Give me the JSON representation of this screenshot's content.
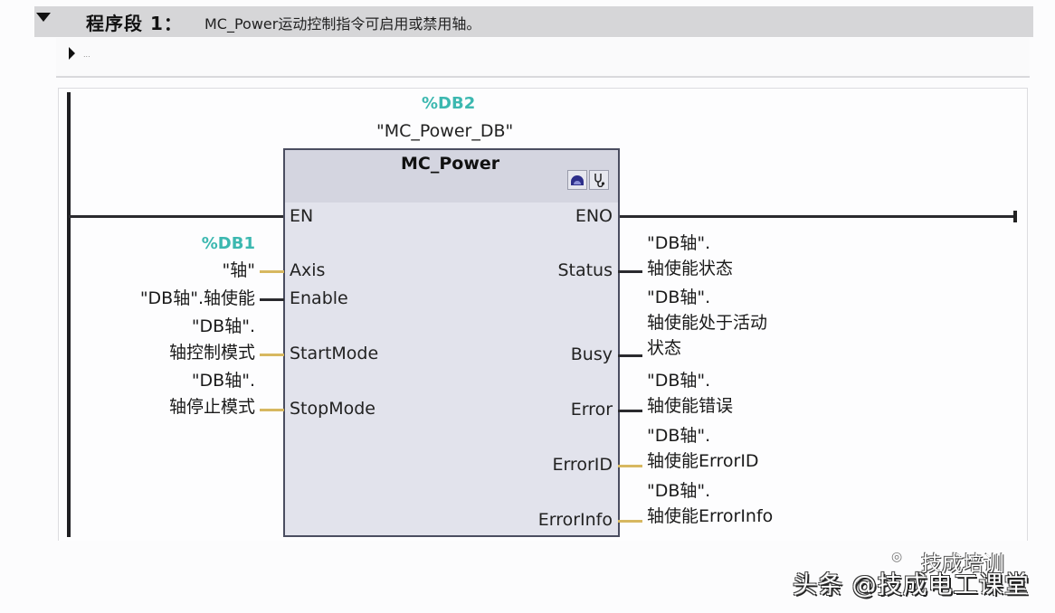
{
  "network": {
    "title": "程序段 1：",
    "comment": "MC_Power运动控制指令可启用或禁用轴。",
    "sub_comment": "...",
    "toggle_icon": "collapse-triangle-icon",
    "comment_toggle_icon": "expand-triangle-icon"
  },
  "instance": {
    "address": "%DB2",
    "name": "\"MC_Power_DB\""
  },
  "block": {
    "type": "MC_Power",
    "icons": [
      "block-status-icon",
      "diagnostics-stethoscope-icon"
    ]
  },
  "inputs": [
    {
      "pin": "EN"
    },
    {
      "pin": "Axis",
      "db_tag": "%DB1",
      "operand": "\"轴\""
    },
    {
      "pin": "Enable",
      "operand": "\"DB轴\".轴使能"
    },
    {
      "pin": "StartMode",
      "operand_line1": "\"DB轴\".",
      "operand_line2": "轴控制模式"
    },
    {
      "pin": "StopMode",
      "operand_line1": "\"DB轴\".",
      "operand_line2": "轴停止模式"
    }
  ],
  "outputs": [
    {
      "pin": "ENO"
    },
    {
      "pin": "Status",
      "operand_line1": "\"DB轴\".",
      "operand_line2": "轴使能状态"
    },
    {
      "pin": "Busy",
      "operand_line1": "\"DB轴\".",
      "operand_line2": "轴使能处于活动",
      "operand_line3": "状态"
    },
    {
      "pin": "Error",
      "operand_line1": "\"DB轴\".",
      "operand_line2": "轴使能错误"
    },
    {
      "pin": "ErrorID",
      "operand_line1": "\"DB轴\".",
      "operand_line2": "轴使能ErrorID"
    },
    {
      "pin": "ErrorInfo",
      "operand_line1": "\"DB轴\".",
      "operand_line2": "轴使能ErrorInfo"
    }
  ],
  "colors": {
    "db_tag": "#3cb8b0",
    "header_bg": "#d6d6d8",
    "block_bg": "#e2e3ec",
    "block_border": "#4a4d60",
    "wire_word": "#d7b860",
    "wire_bool": "#2a2a2e"
  },
  "watermark": {
    "main": "头条 @技成电工课堂",
    "sub": "技成培训"
  }
}
